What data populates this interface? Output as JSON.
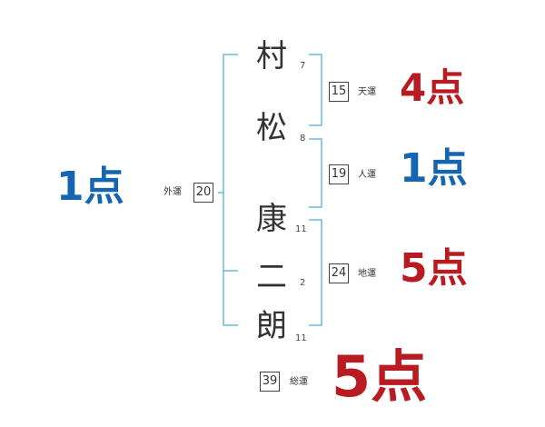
{
  "name_chars": [
    {
      "char": "村",
      "strokes": "7"
    },
    {
      "char": "松",
      "strokes": "8"
    },
    {
      "char": "康",
      "strokes": "11"
    },
    {
      "char": "二",
      "strokes": "2"
    },
    {
      "char": "朗",
      "strokes": "11"
    }
  ],
  "tenkaku": {
    "value": "15",
    "label": "天運",
    "score": "4点"
  },
  "jinkaku": {
    "value": "19",
    "label": "人運",
    "score": "1点"
  },
  "chikaku": {
    "value": "24",
    "label": "地運",
    "score": "5点"
  },
  "gaikaku": {
    "value": "20",
    "label": "外運",
    "score": "1点"
  },
  "soukaku": {
    "value": "39",
    "label": "総運",
    "score": "5点"
  },
  "colors": {
    "bracket": "#6db7e0",
    "score_red": "#b81c22",
    "score_blue": "#1565b0",
    "text": "#333333"
  }
}
